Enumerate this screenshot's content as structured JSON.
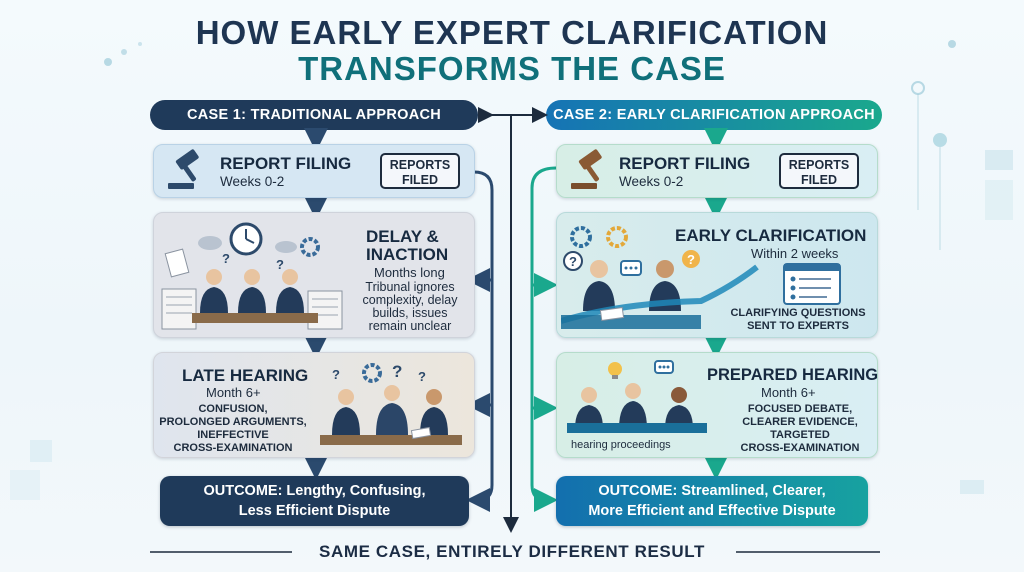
{
  "title": {
    "line1": "HOW EARLY EXPERT CLARIFICATION",
    "line2": "TRANSFORMS THE CASE"
  },
  "case1": {
    "header": "CASE 1: TRADITIONAL APPROACH",
    "report_filing": {
      "title": "REPORT FILING",
      "subtitle": "Weeks 0-2",
      "badge_line1": "REPORTS",
      "badge_line2": "FILED"
    },
    "delay": {
      "title_line1": "DELAY &",
      "title_line2": "INACTION",
      "subtitle": "Months long",
      "desc": [
        "Tribunal ignores",
        "complexity, delay",
        "builds, issues",
        "remain unclear"
      ]
    },
    "late_hearing": {
      "title": "LATE HEARING",
      "subtitle": "Month 6+",
      "desc": [
        "CONFUSION,",
        "PROLONGED ARGUMENTS,",
        "INEFFECTIVE",
        "CROSS-EXAMINATION"
      ]
    },
    "outcome": {
      "line1": "OUTCOME: Lengthy, Confusing,",
      "line2": "Less Efficient Dispute"
    }
  },
  "case2": {
    "header": "CASE 2: EARLY CLARIFICATION APPROACH",
    "report_filing": {
      "title": "REPORT FILING",
      "subtitle": "Weeks 0-2",
      "badge_line1": "REPORTS",
      "badge_line2": "FILED"
    },
    "early": {
      "title": "EARLY CLARIFICATION",
      "subtitle": "Within 2 weeks",
      "desc": [
        "CLARIFYING QUESTIONS",
        "SENT TO EXPERTS"
      ]
    },
    "prepared": {
      "title": "PREPARED HEARING",
      "subtitle": "Month 6+",
      "desc": [
        "FOCUSED DEBATE,",
        "CLEARER EVIDENCE,",
        "TARGETED",
        "CROSS-EXAMINATION"
      ],
      "caption": "hearing proceedings"
    },
    "outcome": {
      "line1": "OUTCOME: Streamlined, Clearer,",
      "line2": "More Efficient and Effective Dispute"
    }
  },
  "footer": "SAME CASE, ENTIRELY DIFFERENT RESULT",
  "colors": {
    "navy": "#1f3a5a",
    "teal": "#10707a",
    "green": "#1aa88d",
    "blue": "#1673b5",
    "icon_navy": "#2d4a6b"
  },
  "icons": [
    "gavel-icon",
    "clock-icon",
    "cloud-icon",
    "gear-icon",
    "question-icon",
    "document-stack-icon",
    "chat-bubble-icon",
    "lightbulb-icon",
    "checklist-icon",
    "person-icon"
  ]
}
